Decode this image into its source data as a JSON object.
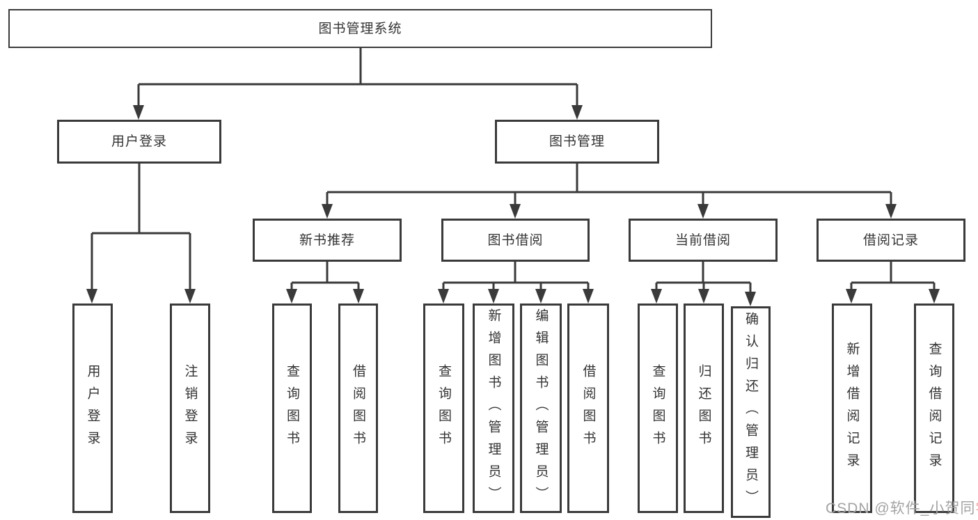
{
  "tree": {
    "root": {
      "label": "图书管理系统"
    },
    "user_branch": {
      "label": "用户登录",
      "children": [
        {
          "label": "用户登录"
        },
        {
          "label": "注销登录"
        }
      ]
    },
    "book_branch": {
      "label": "图书管理",
      "groups": [
        {
          "label": "新书推荐",
          "children": [
            {
              "label": "查询图书"
            },
            {
              "label": "借阅图书"
            }
          ]
        },
        {
          "label": "图书借阅",
          "children": [
            {
              "label": "查询图书"
            },
            {
              "label": "新增图书（管理员）"
            },
            {
              "label": "编辑图书（管理员）"
            },
            {
              "label": "借阅图书"
            }
          ]
        },
        {
          "label": "当前借阅",
          "children": [
            {
              "label": "查询图书"
            },
            {
              "label": "归还图书"
            },
            {
              "label": "确认归还（管理员）"
            }
          ]
        },
        {
          "label": "借阅记录",
          "children": [
            {
              "label": "新增借阅记录"
            },
            {
              "label": "查询借阅记录"
            }
          ]
        }
      ]
    }
  },
  "watermark": {
    "prefix": "CSDN @软件_小贺同",
    "accent": "学"
  },
  "colors": {
    "background": "#ffffff",
    "line": "#3a3a3a",
    "text": "#333333",
    "watermark_gray": "#a3a3a3",
    "watermark_accent": "#f19f9f"
  }
}
